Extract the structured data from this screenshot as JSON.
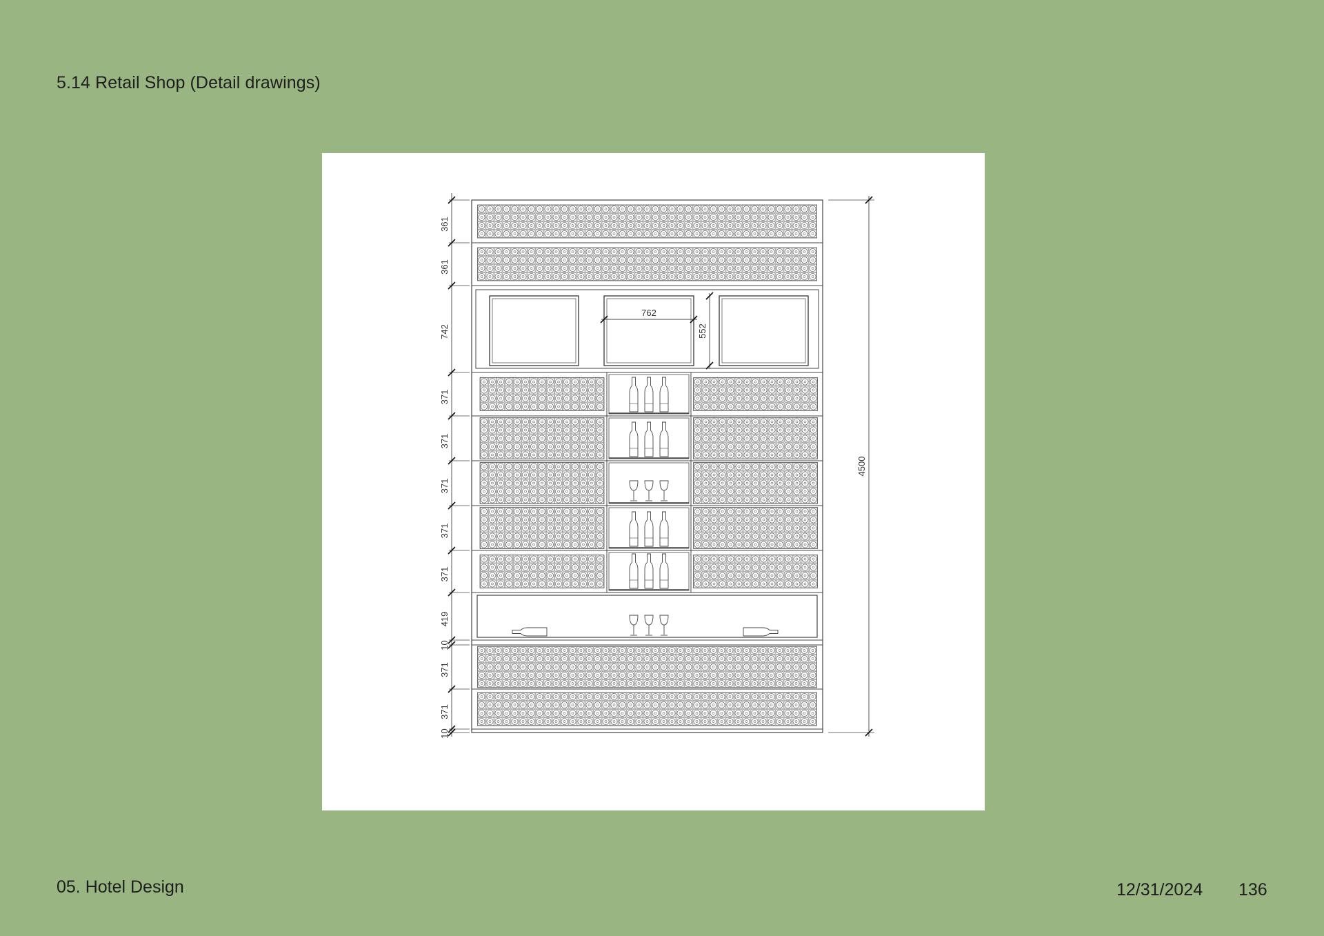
{
  "header": {
    "section_title": "5.14 Retail Shop (Detail drawings)"
  },
  "footer": {
    "chapter": "05. Hotel Design",
    "date": "12/31/2024",
    "page_number": "136"
  },
  "drawing": {
    "row_dimensions": [
      "361",
      "361",
      "742",
      "371",
      "371",
      "371",
      "371",
      "371",
      "419",
      "10",
      "371",
      "371",
      "10"
    ],
    "total_height": "4500",
    "window_width": "762",
    "window_height": "552",
    "middle_column": [
      "bottles",
      "bottles",
      "glasses",
      "bottles",
      "bottles"
    ],
    "colors": {
      "background": "#98b582",
      "sheet": "#ffffff",
      "line": "#444444"
    }
  }
}
